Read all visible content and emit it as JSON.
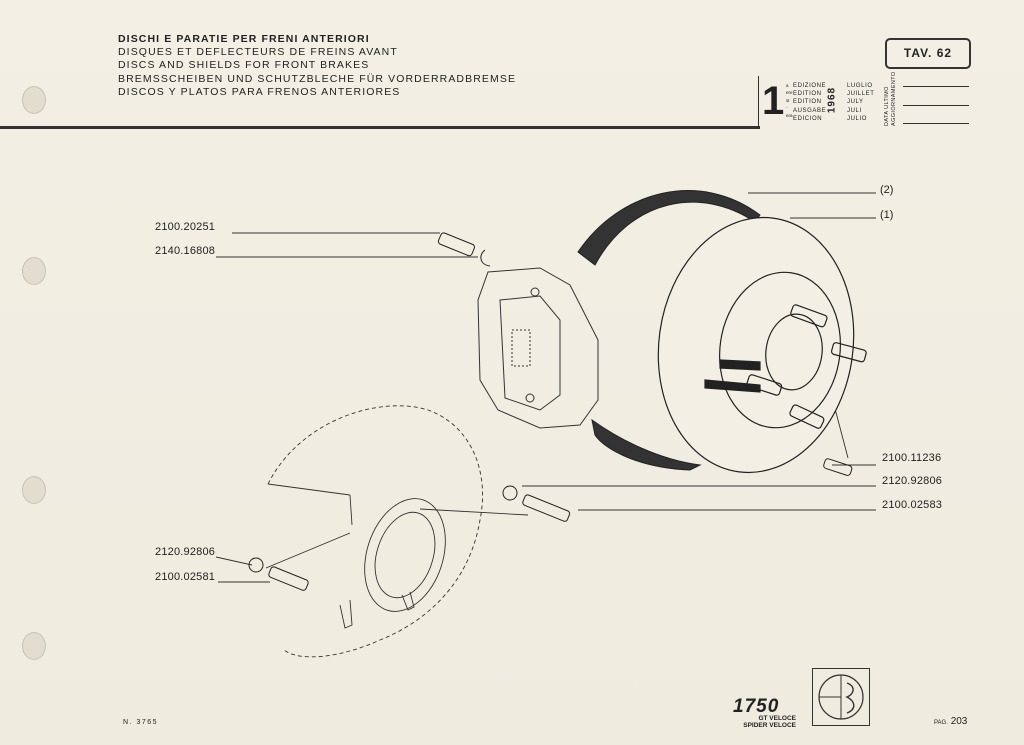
{
  "header": {
    "titles": [
      "DISCHI E PARATIE PER FRENI ANTERIORI",
      "DISQUES ET DEFLECTEURS DE FREINS AVANT",
      "DISCS AND SHIELDS FOR FRONT BRAKES",
      "BREMSSCHEIBEN UND SCHUTZBLECHE FÜR VORDERRADBREMSE",
      "DISCOS Y PLATOS PARA FRENOS ANTERIORES"
    ],
    "tav": "TAV. 62"
  },
  "edition": {
    "number": "1",
    "ordinals": [
      "a",
      "ere",
      "st",
      "-",
      "era"
    ],
    "labels": [
      "EDIZIONE",
      "EDITION",
      "EDITION",
      "AUSGABE",
      "EDICION"
    ],
    "year": "1968",
    "months": [
      "LUGLIO",
      "JUILLET",
      "JULY",
      "JULI",
      "JULIO"
    ],
    "update_label_1": "DATA ULTIMO",
    "update_label_2": "AGGIORNAMENTO"
  },
  "parts": {
    "p1": "2100.20251",
    "p2": "2140.16808",
    "p3": "2100.11236",
    "p4": "2120.92806",
    "p5": "2100.02583",
    "p6": "2120.92806",
    "p7": "2100.02581"
  },
  "refs": {
    "r2": "(2)",
    "r1": "(1)"
  },
  "footer": {
    "doc_number": "N. 3765",
    "model": "1750",
    "variant1": "GT VELOCE",
    "variant2": "SPIDER VELOCE",
    "page_label": "PAG.",
    "page_number": "203"
  }
}
